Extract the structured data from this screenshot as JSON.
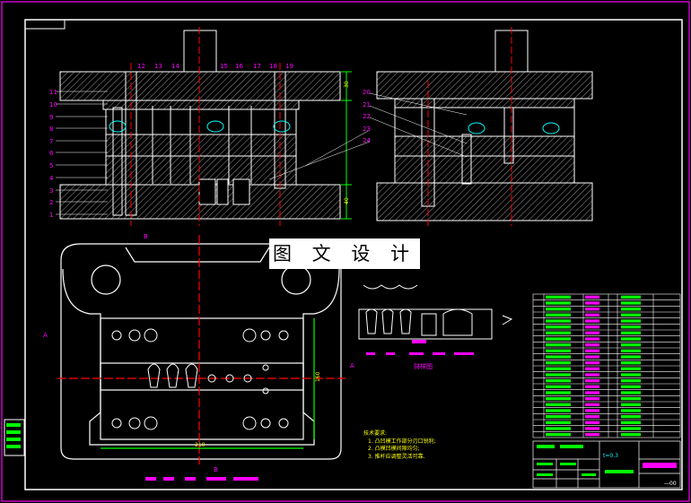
{
  "watermark": "图 文 设 计",
  "palette": {
    "frame": "#ffffff",
    "label": "#ff00ff",
    "part": "#00ffff",
    "dim": "#00ff00",
    "note": "#ffff00",
    "hatch": "#ffffff"
  },
  "left_labels": [
    "11",
    "10",
    "9",
    "8",
    "7",
    "6",
    "5",
    "4",
    "3",
    "2",
    "1"
  ],
  "top_labels": [
    "12",
    "13",
    "14",
    "15",
    "16",
    "17",
    "18",
    "19"
  ],
  "right_labels": [
    "20",
    "21",
    "22",
    "23",
    "24"
  ],
  "dims": {
    "height_total": "",
    "side_top": "30",
    "side_bottom": "40",
    "plan_width": "210",
    "plan_height": "160"
  },
  "section_marks": {
    "b": "B",
    "a": "A"
  },
  "strip_caption": "排样图",
  "notes": {
    "title": "技术要求:",
    "items": [
      "1. 凸凹模工作部分刃口锐利;",
      "2. 凸模凹模间隙均匀;",
      "3. 推杆应调整灵活可靠."
    ]
  },
  "bom_rows": 24,
  "title_block": {
    "drawing_no": "",
    "tol": "t=0.3",
    "sheet": "—00"
  }
}
